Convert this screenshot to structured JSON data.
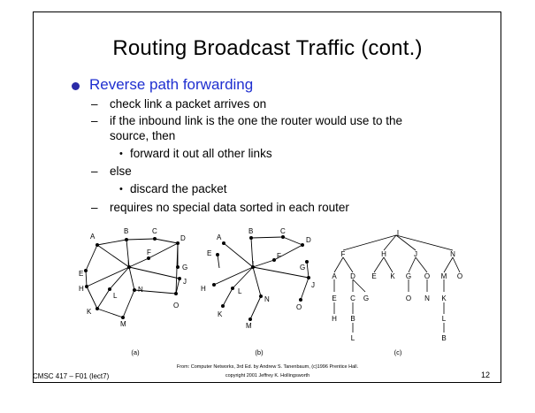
{
  "slide": {
    "title": "Routing Broadcast Traffic (cont.)",
    "bullet": "Reverse path forwarding",
    "items": [
      {
        "marker": "–",
        "text": "check link a packet arrives on"
      },
      {
        "marker": "–",
        "text": "if the inbound link is the one the router would use to the"
      },
      {
        "marker": "",
        "text": "source, then"
      },
      {
        "marker": "•",
        "text": "forward it out all other links"
      },
      {
        "marker": "–",
        "text": "else"
      },
      {
        "marker": "•",
        "text": "discard the packet"
      },
      {
        "marker": "–",
        "text": "requires no special data sorted in each router"
      }
    ]
  },
  "figure": {
    "captions": [
      "(a)",
      "(b)",
      "(c)"
    ],
    "graph_nodes": [
      "A",
      "B",
      "C",
      "D",
      "E",
      "F",
      "G",
      "H",
      "I",
      "J",
      "K",
      "L",
      "M",
      "N",
      "O"
    ]
  },
  "footer": {
    "course": "CMSC 417 – F01  (lect7)",
    "source_line": "From: Computer Networks, 3rd Ed. by Andrew S. Tanenbaum, (c)1996 Prentice Hall.",
    "copyright": "copyright 2001 Jeffrey K. Hollingsworth",
    "page_number": "12"
  }
}
